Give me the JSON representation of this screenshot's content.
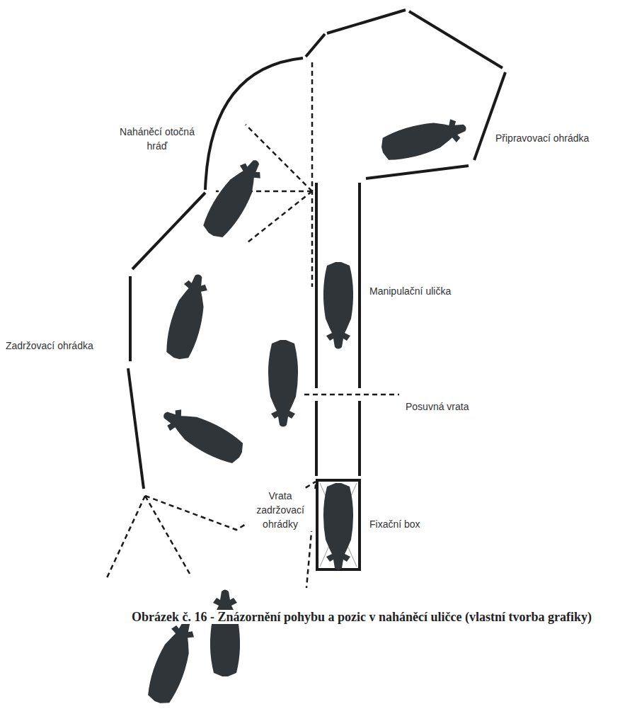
{
  "diagram": {
    "caption": "Obrázek č. 16 - Znázornění pohybu a pozic v naháněcí uličce (vlastní tvorba grafiky)",
    "labels": [
      "Naháněcí otočná hráď",
      "Připravovací ohrádka",
      "Manipulační ulička",
      "Zadržovací ohrádka",
      "Posuvná vrata",
      "Vrata zadržovací ohrádky",
      "Fixační box"
    ]
  }
}
